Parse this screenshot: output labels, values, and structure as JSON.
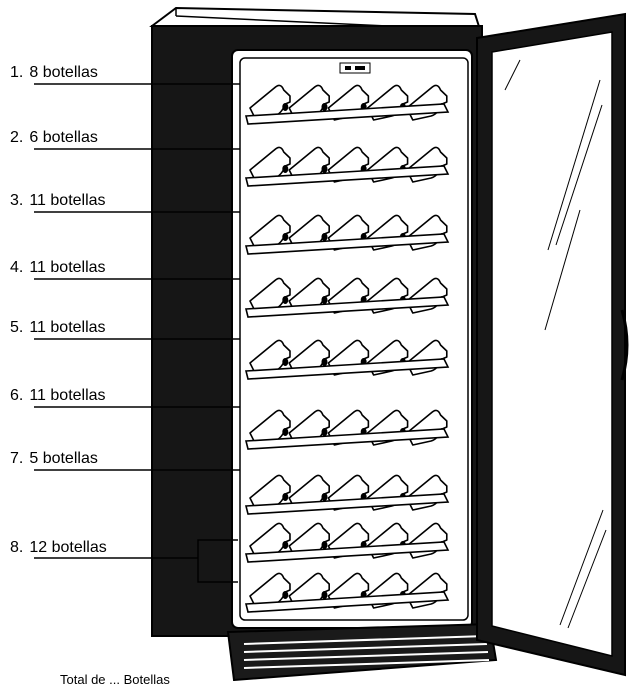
{
  "figure": {
    "shelves": [
      {
        "number": "1.",
        "label": "8 botellas",
        "bottles": 5
      },
      {
        "number": "2.",
        "label": "6 botellas",
        "bottles": 5
      },
      {
        "number": "3.",
        "label": "11 botellas",
        "bottles": 5
      },
      {
        "number": "4.",
        "label": "11 botellas",
        "bottles": 5
      },
      {
        "number": "5.",
        "label": "11 botellas",
        "bottles": 5
      },
      {
        "number": "6.",
        "label": "11 botellas",
        "bottles": 5
      },
      {
        "number": "7.",
        "label": "5 botellas",
        "bottles": 5
      },
      {
        "number": "8.",
        "label": "12 botellas",
        "bottles": 5
      }
    ],
    "footer_text": "Total de ... Botellas",
    "colors": {
      "cabinet": "#1a1a1a",
      "outline": "#000000",
      "background": "#ffffff",
      "bottle_fill": "#ffffff"
    }
  }
}
